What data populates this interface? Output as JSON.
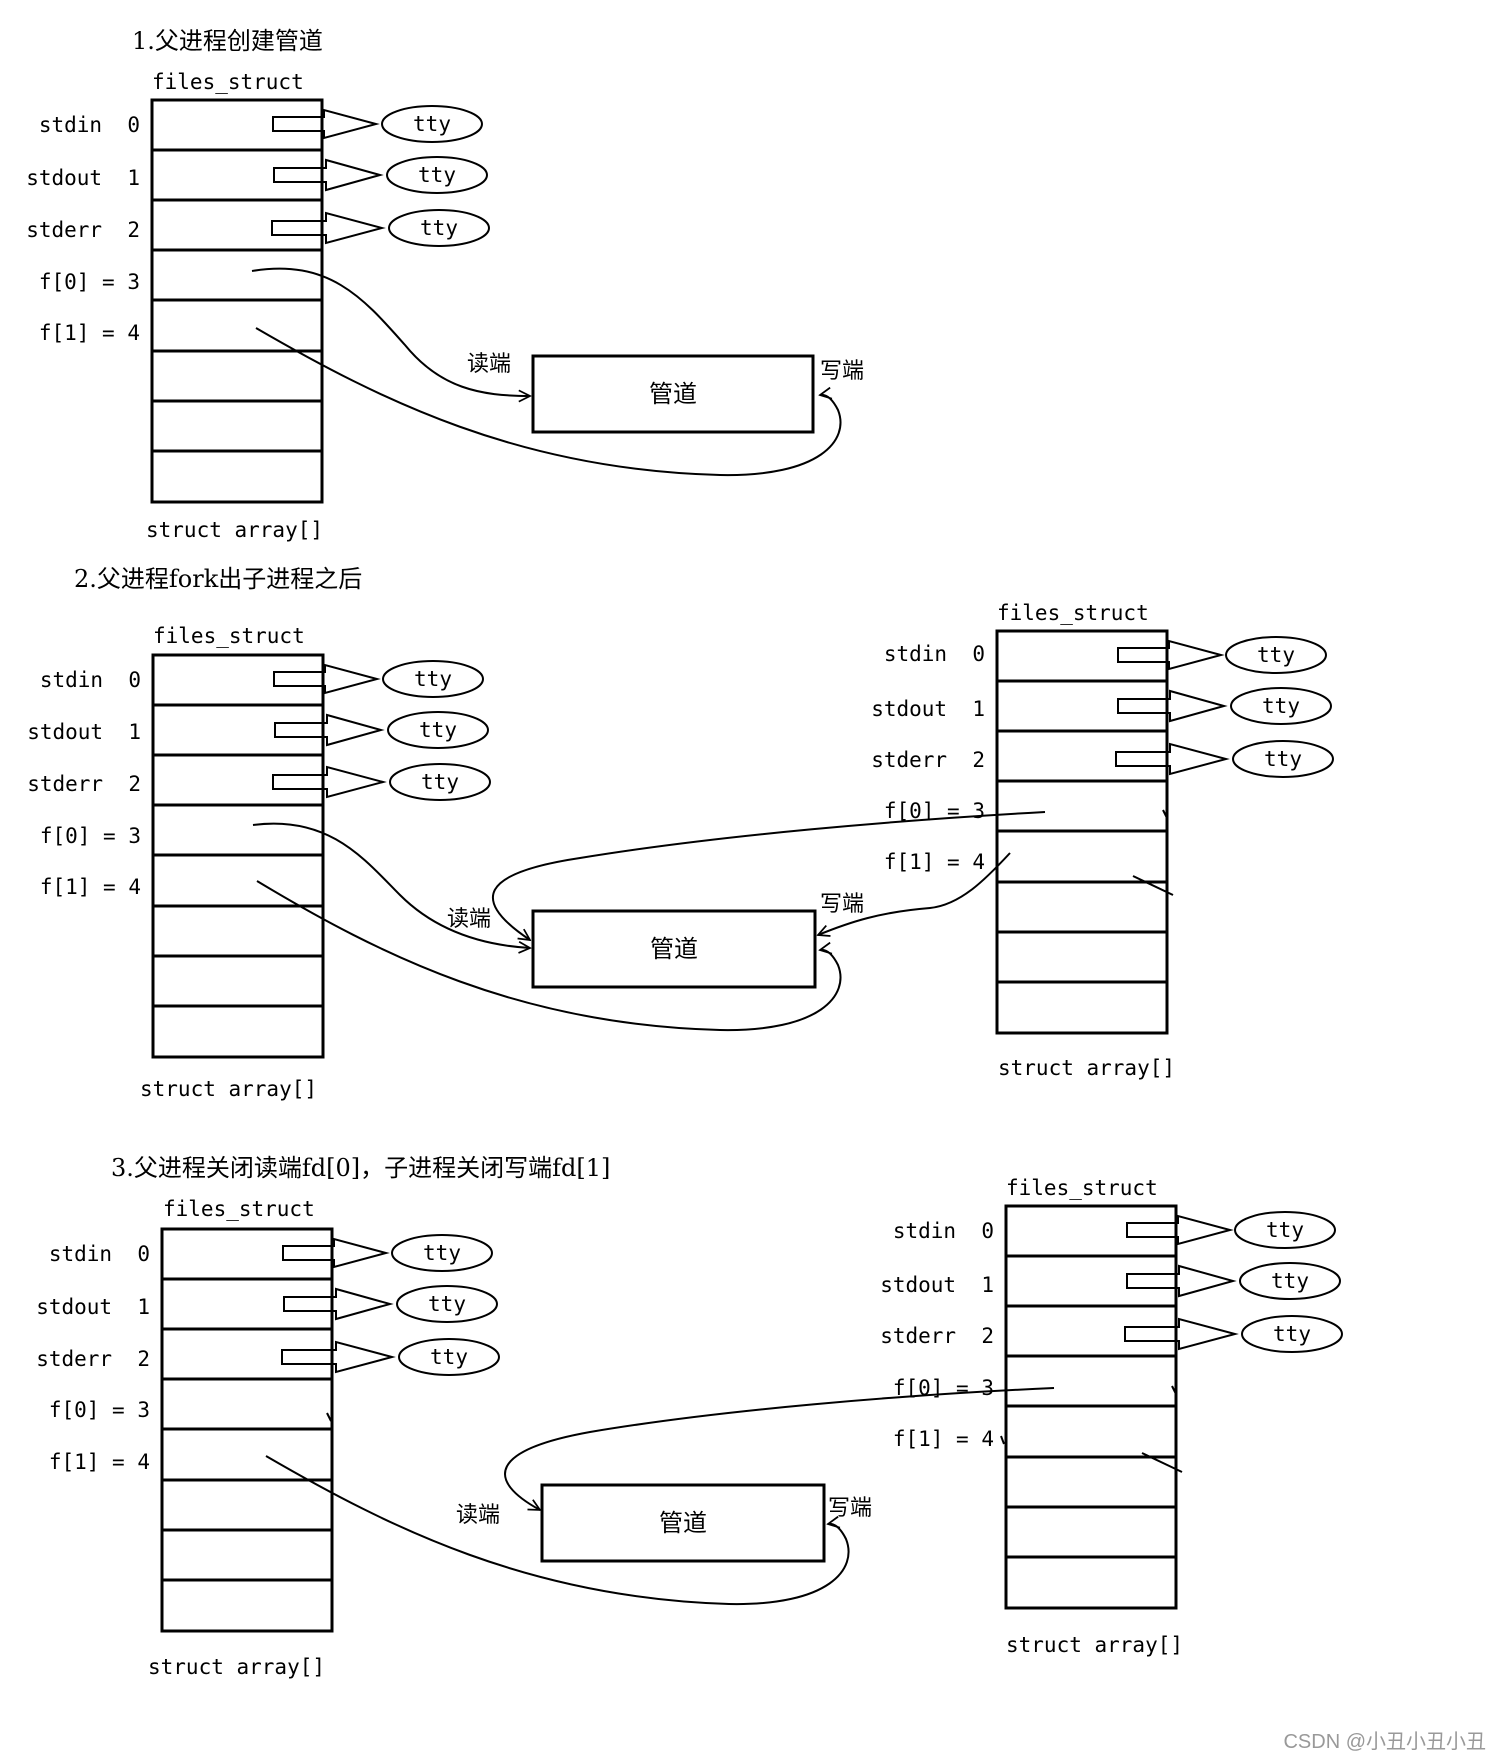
{
  "sections": [
    {
      "title": "1.父进程创建管道",
      "tables": [
        {
          "header": "files_struct",
          "rows": [
            "stdin  0",
            "stdout  1",
            "stderr  2",
            "f[0] = 3",
            "f[1] = 4"
          ],
          "tty_label": "tty",
          "footer": "struct array[]"
        }
      ],
      "pipe": {
        "label": "管道",
        "read_label": "读端",
        "write_label": "写端"
      }
    },
    {
      "title": "2.父进程fork出子进程之后",
      "tables": [
        {
          "header": "files_struct",
          "rows": [
            "stdin  0",
            "stdout  1",
            "stderr  2",
            "f[0] = 3",
            "f[1] = 4"
          ],
          "tty_label": "tty",
          "footer": "struct array[]"
        },
        {
          "header": "files_struct",
          "rows": [
            "stdin  0",
            "stdout  1",
            "stderr  2",
            "f[0] = 3",
            "f[1] = 4"
          ],
          "tty_label": "tty",
          "footer": "struct array[]"
        }
      ],
      "pipe": {
        "label": "管道",
        "read_label": "读端",
        "write_label": "写端"
      }
    },
    {
      "title": "3.父进程关闭读端fd[0]，子进程关闭写端fd[1]",
      "tables": [
        {
          "header": "files_struct",
          "rows": [
            "stdin  0",
            "stdout  1",
            "stderr  2",
            "f[0] = 3",
            "f[1] = 4"
          ],
          "tty_label": "tty",
          "footer": "struct array[]"
        },
        {
          "header": "files_struct",
          "rows": [
            "stdin  0",
            "stdout  1",
            "stderr  2",
            "f[0] = 3",
            "f[1] = 4"
          ],
          "tty_label": "tty",
          "footer": "struct array[]"
        }
      ],
      "pipe": {
        "label": "管道",
        "read_label": "读端",
        "write_label": "写端"
      }
    }
  ],
  "watermark": "CSDN @小丑小丑小丑"
}
